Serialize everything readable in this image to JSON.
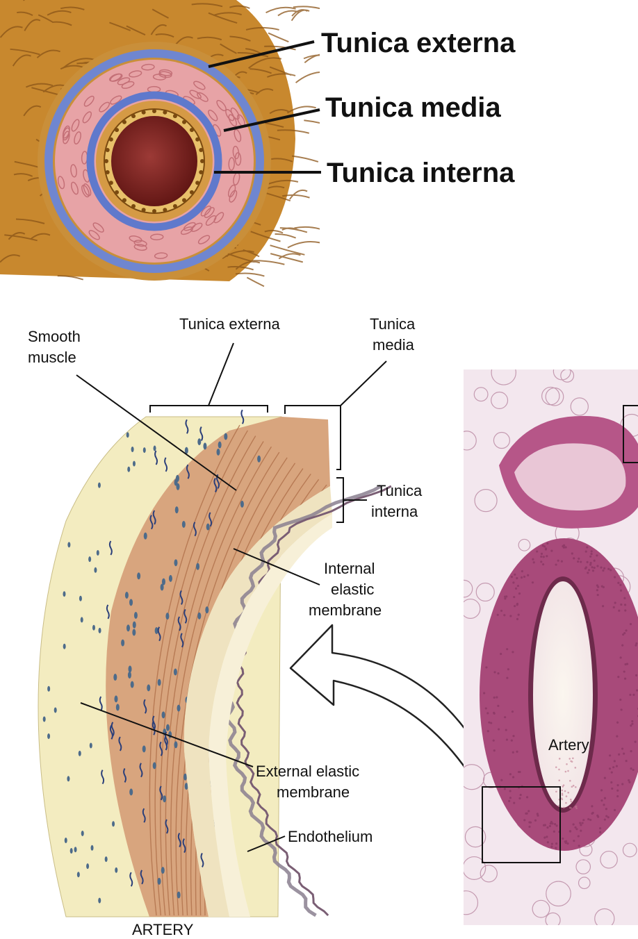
{
  "top_diagram": {
    "labels": {
      "externa": "Tunica externa",
      "media": "Tunica media",
      "interna": "Tunica interna"
    }
  },
  "section_diagram": {
    "labels": {
      "tunica_externa": "Tunica externa",
      "tunica_media_1": "Tunica",
      "tunica_media_2": "media",
      "smooth_muscle_1": "Smooth",
      "smooth_muscle_2": "muscle",
      "tunica_interna_1": "Tunica",
      "tunica_interna_2": "interna",
      "iem_1": "Internal",
      "iem_2": "elastic",
      "iem_3": "membrane",
      "eem_1": "External elastic",
      "eem_2": "membrane",
      "endothelium": "Endothelium",
      "caption": "ARTERY"
    }
  },
  "micrograph": {
    "label": "Artery"
  },
  "colors": {
    "externa_tan": "#c8882e",
    "media_pink": "#e7a3a6",
    "elastic_blue": "#6f86d0",
    "lumen_red": "#7d1e1c",
    "section_cream": "#f3ecc0",
    "section_muscle": "#d8a57e",
    "histology_purple": "#a84a7a"
  }
}
